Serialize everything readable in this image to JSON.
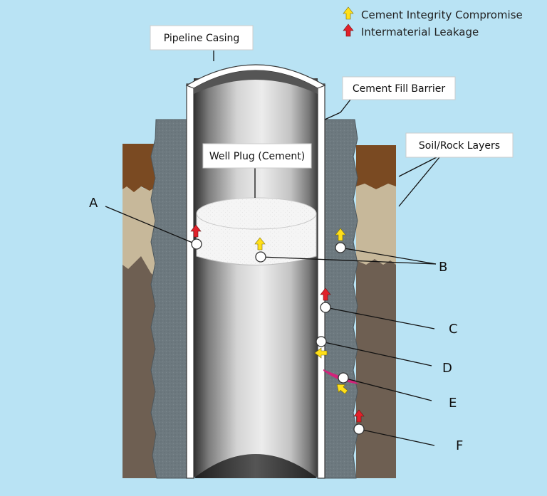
{
  "legend": {
    "items": [
      {
        "label": "Cement Integrity Compromise",
        "color": "#ffdf1a",
        "icon": "up-arrow-icon"
      },
      {
        "label": "Intermaterial Leakage",
        "color": "#e0212a",
        "icon": "up-arrow-icon"
      }
    ]
  },
  "callouts": {
    "pipeline_casing": "Pipeline Casing",
    "cement_fill_barrier": "Cement Fill Barrier",
    "soil_rock_layers": "Soil/Rock Layers",
    "well_plug": "Well Plug (Cement)"
  },
  "points": {
    "a": "A",
    "b": "B",
    "c": "C",
    "d": "D",
    "e": "E",
    "f": "F"
  },
  "colors": {
    "background": "#b9e3f4",
    "topsoil": "#7a4a22",
    "sand": "#c7b89a",
    "rock": "#6e5f52",
    "cement": "#6e7a80",
    "casing_light": "#e6e6e6",
    "casing_dark": "#404040",
    "plug": "#f4f4f4",
    "fracture": "#d1237a"
  }
}
